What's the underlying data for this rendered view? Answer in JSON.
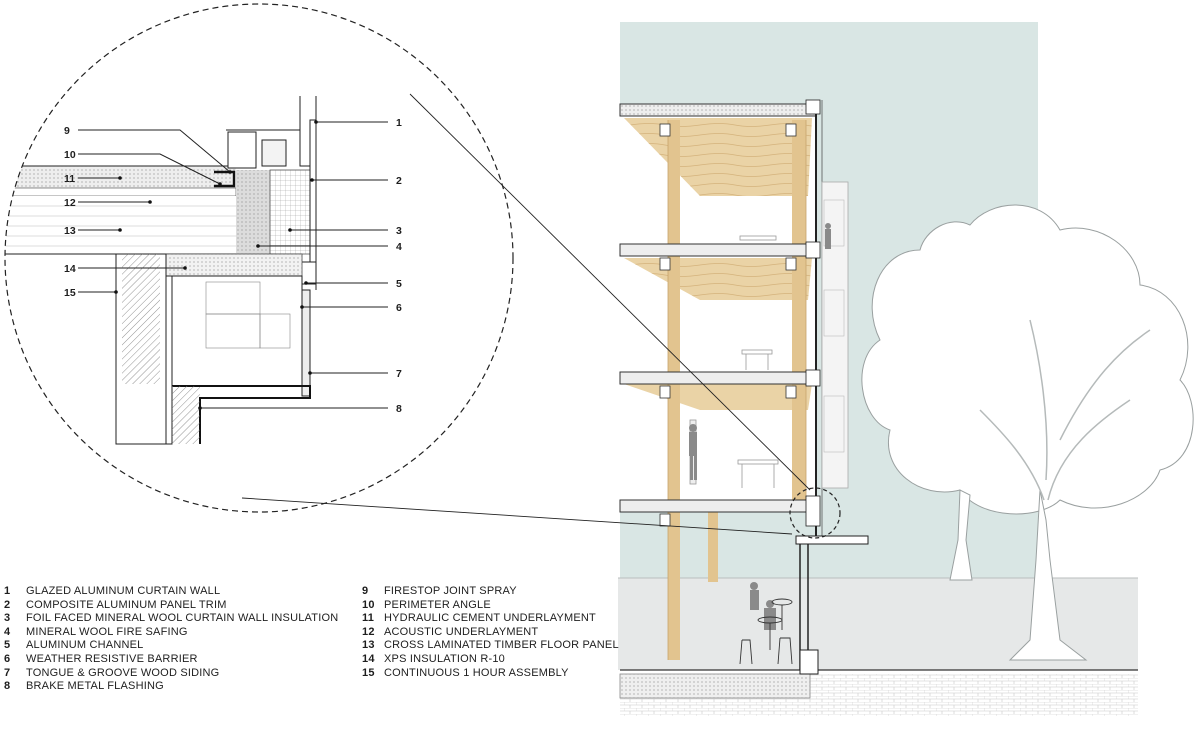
{
  "callouts_right": [
    "1",
    "2",
    "3",
    "4",
    "5",
    "6",
    "7",
    "8"
  ],
  "callouts_left": [
    "9",
    "10",
    "11",
    "12",
    "13",
    "14",
    "15"
  ],
  "legend_left": [
    {
      "num": "1",
      "text": "GLAZED ALUMINUM CURTAIN WALL"
    },
    {
      "num": "2",
      "text": "COMPOSITE ALUMINUM PANEL TRIM"
    },
    {
      "num": "3",
      "text": "FOIL FACED MINERAL WOOL CURTAIN WALL INSULATION"
    },
    {
      "num": "4",
      "text": "MINERAL WOOL FIRE SAFING"
    },
    {
      "num": "5",
      "text": "ALUMINUM CHANNEL"
    },
    {
      "num": "6",
      "text": "WEATHER RESISTIVE BARRIER"
    },
    {
      "num": "7",
      "text": "TONGUE & GROOVE WOOD SIDING"
    },
    {
      "num": "8",
      "text": "BRAKE METAL FLASHING"
    }
  ],
  "legend_right": [
    {
      "num": "9",
      "text": "FIRESTOP JOINT SPRAY"
    },
    {
      "num": "10",
      "text": "PERIMETER ANGLE"
    },
    {
      "num": "11",
      "text": "HYDRAULIC CEMENT UNDERLAYMENT"
    },
    {
      "num": "12",
      "text": "ACOUSTIC UNDERLAYMENT"
    },
    {
      "num": "13",
      "text": "CROSS LAMINATED TIMBER FLOOR PANEL"
    },
    {
      "num": "14",
      "text": "XPS INSULATION R-10"
    },
    {
      "num": "15",
      "text": "CONTINUOUS 1 HOUR ASSEMBLY"
    }
  ],
  "colors": {
    "sky": "#d9e6e4",
    "timber": "#e9d2a8",
    "timber_dark": "#d8b880",
    "slab": "#bfbfbf",
    "ground": "#e4e6e6",
    "ink": "#1e1e1e"
  }
}
